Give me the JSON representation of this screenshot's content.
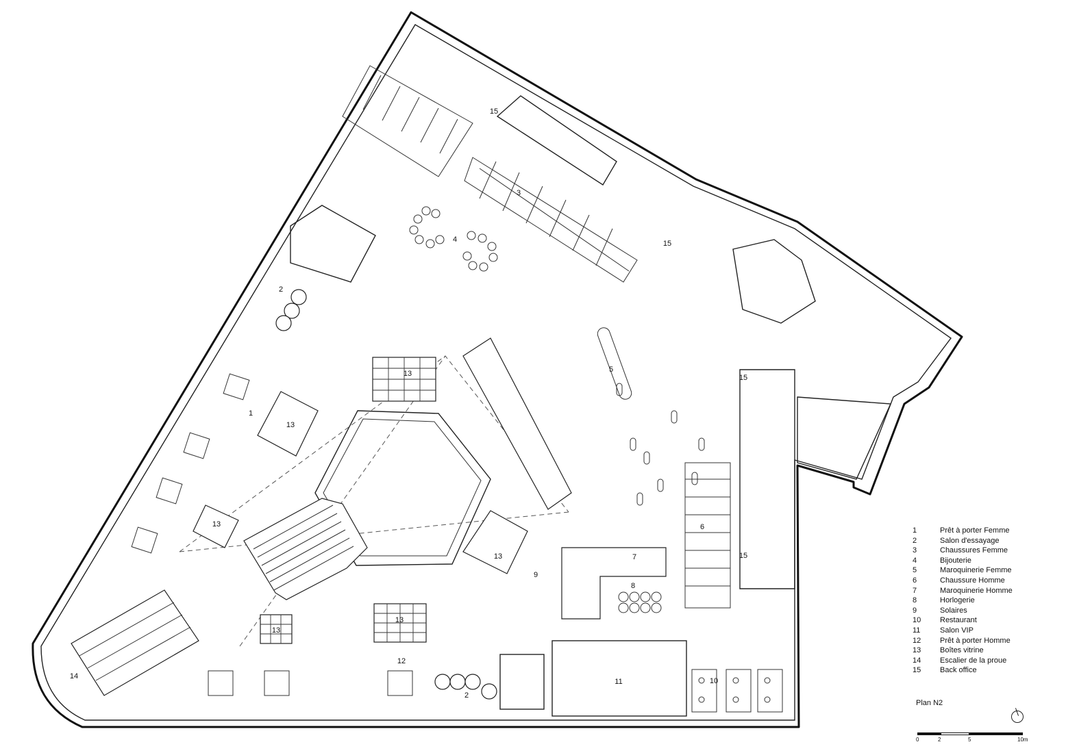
{
  "plan": {
    "title": "Plan N2",
    "scale": {
      "ticks": [
        "0",
        "2",
        "5",
        "10m"
      ]
    },
    "room_labels": [
      {
        "id": "r1",
        "text": "1"
      },
      {
        "id": "r2a",
        "text": "2"
      },
      {
        "id": "r2b",
        "text": "2"
      },
      {
        "id": "r3",
        "text": "3"
      },
      {
        "id": "r4",
        "text": "4"
      },
      {
        "id": "r5",
        "text": "5"
      },
      {
        "id": "r6",
        "text": "6"
      },
      {
        "id": "r7",
        "text": "7"
      },
      {
        "id": "r8",
        "text": "8"
      },
      {
        "id": "r9",
        "text": "9"
      },
      {
        "id": "r10",
        "text": "10"
      },
      {
        "id": "r11",
        "text": "11"
      },
      {
        "id": "r12",
        "text": "12"
      },
      {
        "id": "r13a",
        "text": "13"
      },
      {
        "id": "r13b",
        "text": "13"
      },
      {
        "id": "r13c",
        "text": "13"
      },
      {
        "id": "r13d",
        "text": "13"
      },
      {
        "id": "r13e",
        "text": "13"
      },
      {
        "id": "r13f",
        "text": "13"
      },
      {
        "id": "r14",
        "text": "14"
      },
      {
        "id": "r15a",
        "text": "15"
      },
      {
        "id": "r15b",
        "text": "15"
      },
      {
        "id": "r15c",
        "text": "15"
      },
      {
        "id": "r15d",
        "text": "15"
      }
    ],
    "legend": [
      {
        "num": "1",
        "label": "Prêt à porter Femme"
      },
      {
        "num": "2",
        "label": "Salon d'essayage"
      },
      {
        "num": "3",
        "label": "Chaussures Femme"
      },
      {
        "num": "4",
        "label": "Bijouterie"
      },
      {
        "num": "5",
        "label": "Maroquinerie Femme"
      },
      {
        "num": "6",
        "label": "Chaussure Homme"
      },
      {
        "num": "7",
        "label": "Maroquinerie Homme"
      },
      {
        "num": "8",
        "label": "Horlogerie"
      },
      {
        "num": "9",
        "label": "Solaires"
      },
      {
        "num": "10",
        "label": "Restaurant"
      },
      {
        "num": "11",
        "label": "Salon VIP"
      },
      {
        "num": "12",
        "label": "Prêt à porter Homme"
      },
      {
        "num": "13",
        "label": "Boîtes vitrine"
      },
      {
        "num": "14",
        "label": "Escalier de la proue"
      },
      {
        "num": "15",
        "label": "Back office"
      }
    ]
  }
}
